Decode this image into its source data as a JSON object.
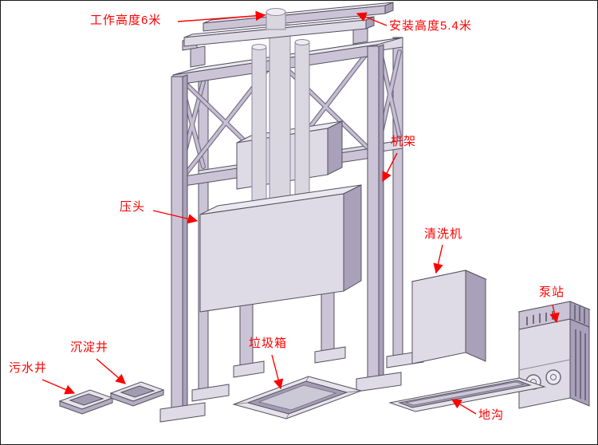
{
  "labels": {
    "working_height": "工作高度6米",
    "install_height": "安装高度5.4米",
    "frame": "机架",
    "press_head": "压头",
    "washer": "清洗机",
    "pump_station": "泵站",
    "garbage_bin": "垃圾箱",
    "trench": "地沟",
    "sediment_well": "沉淀井",
    "sewage_well": "污水井"
  },
  "colors": {
    "label_text": "#ff0000",
    "leader_arrow": "#ff0000",
    "structure_front": "#cbc4d7",
    "structure_top": "#eae8f0",
    "structure_side": "#a9a1b9",
    "structure_light": "#dedbe6",
    "cylinder": "#d9d6df",
    "pit_rim": "#e6e4eb",
    "pit_inner": "#a29cb2",
    "background": "#ffffff"
  }
}
